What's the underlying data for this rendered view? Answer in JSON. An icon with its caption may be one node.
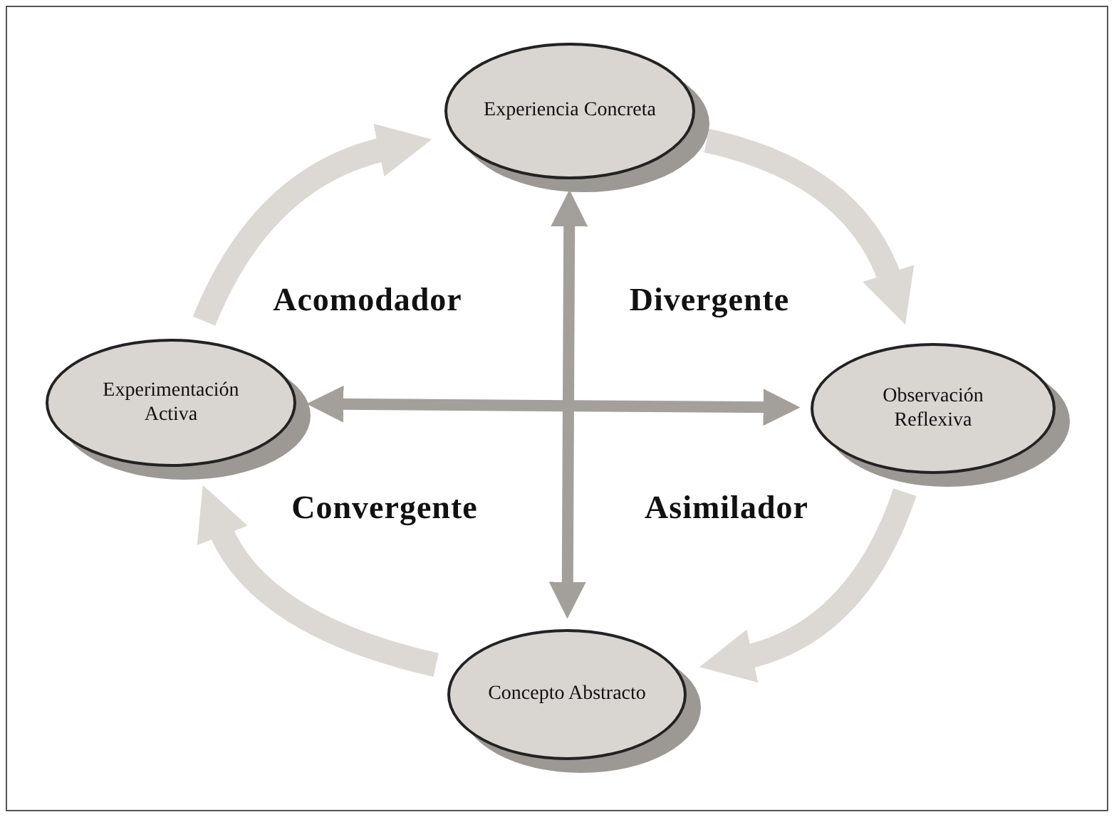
{
  "diagram": {
    "nodes": [
      {
        "text": [
          "Experiencia Concreta"
        ]
      },
      {
        "text": [
          "Observación Reflexiva"
        ]
      },
      {
        "text": [
          "Concepto Abstracto"
        ]
      },
      {
        "text": [
          "Experimentación Activa"
        ]
      }
    ],
    "edges": [
      {
        "from": 0,
        "to": 1,
        "arrow": "to"
      },
      {
        "from": 1,
        "to": 2,
        "arrow": "to"
      },
      {
        "from": 2,
        "to": 3,
        "arrow": "to"
      },
      {
        "from": 3,
        "to": 0,
        "arrow": "to"
      },
      {
        "from": 0,
        "to": 2,
        "arrow": "both",
        "color": "#a39f9b"
      },
      {
        "from": 3,
        "to": 1,
        "arrow": "both",
        "color": "#a39f9b"
      }
    ],
    "labels": [
      "Acomodador",
      "Divergente",
      "Convergente",
      "Asimilador"
    ]
  }
}
